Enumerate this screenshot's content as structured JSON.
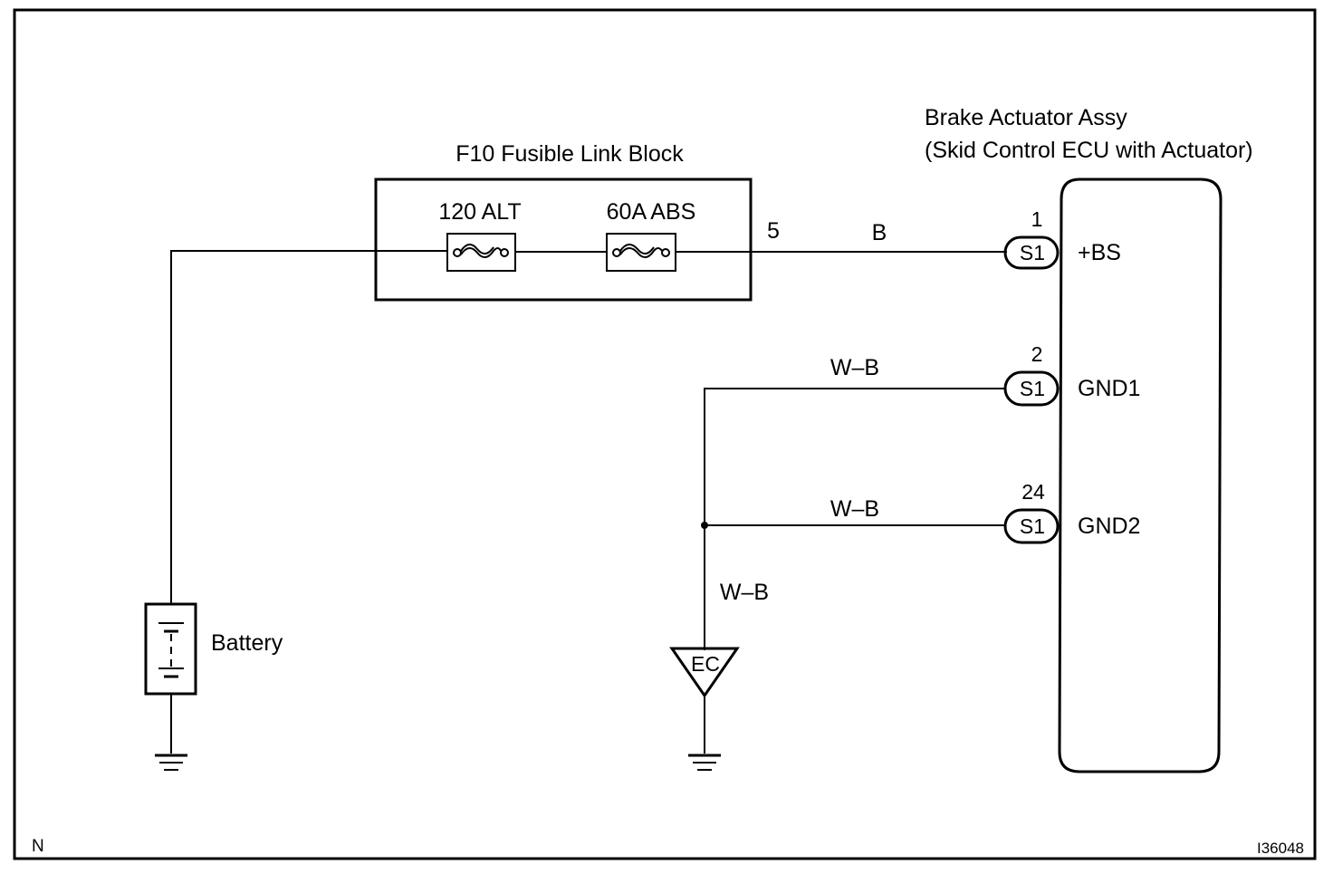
{
  "corner_mark": "N",
  "figure_id": "I36048",
  "fusible_block": {
    "title": "F10 Fusible Link Block",
    "fuse1": "120 ALT",
    "fuse2": "60A ABS",
    "pin": "5"
  },
  "ecu": {
    "title_line1": "Brake Actuator Assy",
    "title_line2": "(Skid Control ECU with Actuator)",
    "terminals": [
      {
        "pin": "1",
        "connector": "S1",
        "name": "+BS",
        "wire": "B"
      },
      {
        "pin": "2",
        "connector": "S1",
        "name": "GND1",
        "wire": "W–B"
      },
      {
        "pin": "24",
        "connector": "S1",
        "name": "GND2",
        "wire": "W–B"
      }
    ]
  },
  "ground_wire": "W–B",
  "ground_point": "EC",
  "battery": "Battery"
}
